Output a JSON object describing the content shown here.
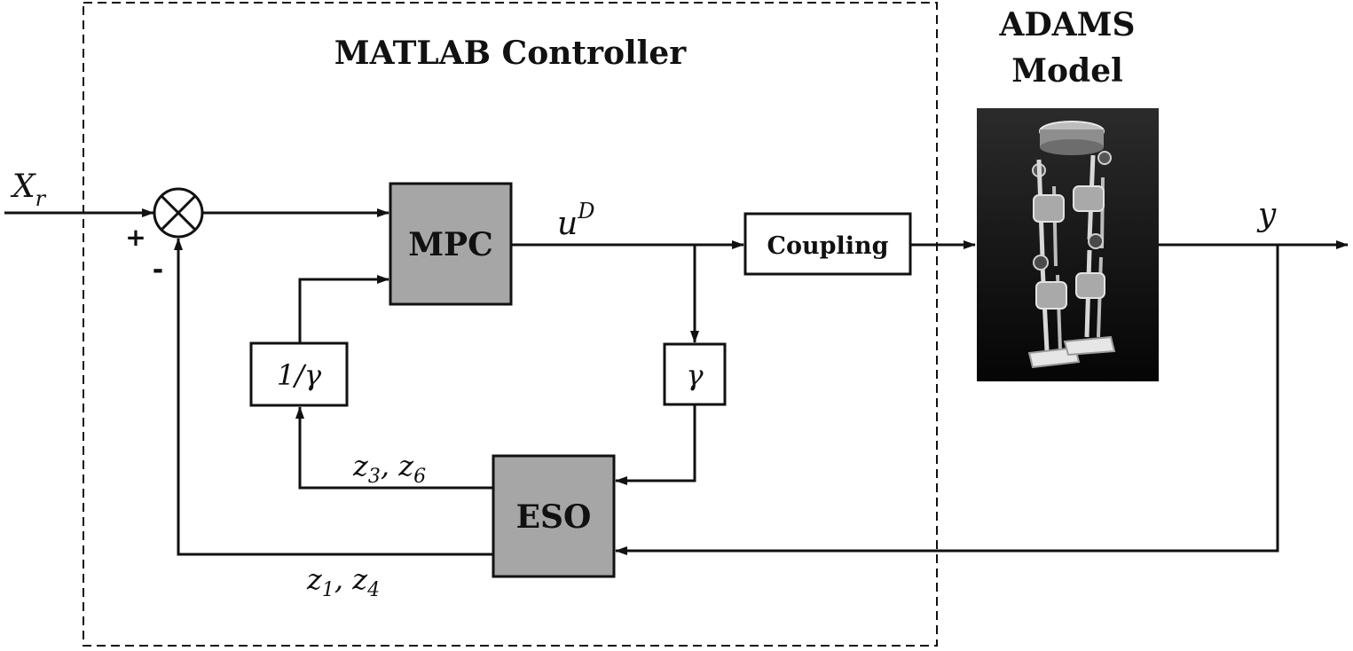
{
  "controller": {
    "title": "MATLAB Controller"
  },
  "plant": {
    "title_line1": "ADAMS",
    "title_line2": "Model"
  },
  "input": {
    "symbol": "X",
    "subscript": "r"
  },
  "summing_junction": {
    "plus_sign": "+",
    "minus_sign": "-"
  },
  "blocks": {
    "mpc": "MPC",
    "coupling": "Coupling",
    "eso": "ESO",
    "gain": "γ",
    "inverse_gain": "1/γ"
  },
  "signals": {
    "control": {
      "symbol": "u",
      "superscript": "D"
    },
    "output": "y",
    "eso_to_mpc": {
      "a": "z",
      "a_sub": "3",
      "sep": ", ",
      "b": "z",
      "b_sub": "6"
    },
    "eso_to_sum": {
      "a": "z",
      "a_sub": "1",
      "sep": ", ",
      "b": "z",
      "b_sub": "4"
    }
  },
  "colors": {
    "block_fill_gray": "#a6a6a6",
    "line": "#111111"
  }
}
